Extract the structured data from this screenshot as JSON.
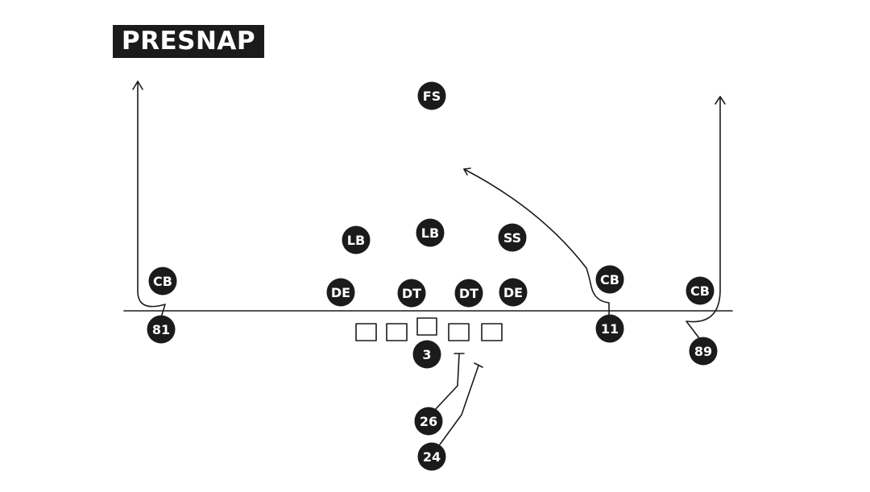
{
  "title": "PRESNAP",
  "colors": {
    "ink": "#1b1b1b",
    "paper": "#ffffff"
  },
  "defense": [
    {
      "id": "fs",
      "label": "FS"
    },
    {
      "id": "lb-left",
      "label": "LB"
    },
    {
      "id": "lb-middle",
      "label": "LB"
    },
    {
      "id": "ss",
      "label": "SS"
    },
    {
      "id": "cb-far-left",
      "label": "CB"
    },
    {
      "id": "de-left",
      "label": "DE"
    },
    {
      "id": "dt-left",
      "label": "DT"
    },
    {
      "id": "dt-right",
      "label": "DT"
    },
    {
      "id": "de-right",
      "label": "DE"
    },
    {
      "id": "cb-slot",
      "label": "CB"
    },
    {
      "id": "cb-far-right",
      "label": "CB"
    }
  ],
  "offense": [
    {
      "id": "wr-81",
      "label": "81"
    },
    {
      "id": "qb-3",
      "label": "3"
    },
    {
      "id": "wr-11",
      "label": "11"
    },
    {
      "id": "te-89",
      "label": "89"
    },
    {
      "id": "rb-26",
      "label": "26"
    },
    {
      "id": "rb-24",
      "label": "24"
    }
  ]
}
